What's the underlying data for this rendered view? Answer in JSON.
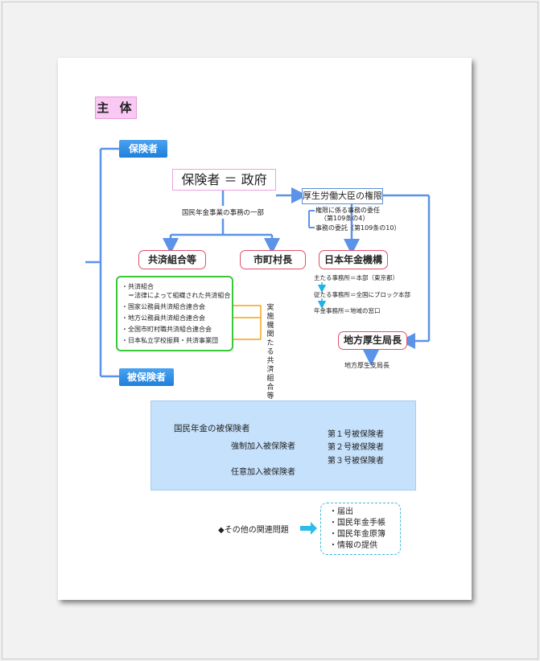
{
  "title": "主 体",
  "tags": {
    "insurer": "保険者",
    "insured": "被保険者"
  },
  "government": "保険者 ＝ 政府",
  "affairs_part": "国民年金事業の事務の一部",
  "mutual_aid": "共済組合等",
  "municipal": "市町村長",
  "minister_authority": "厚生労働大臣の権限",
  "delegation": [
    "権限に係る事務の委任",
    "（第109条の4）",
    "事務の委託（第109条の10）"
  ],
  "pension_org": "日本年金機構",
  "org_offices": [
    "主たる事務所＝本部（東京都）",
    "従たる事務所＝全国にブロック本部",
    "年金事務所＝地域の窓口"
  ],
  "regional_bureau": "地方厚生局長",
  "regional_branch": "地方厚生支局長",
  "mutual_list": [
    "・共済組合",
    "　＝法律によって組織された共済組合",
    "・国家公務員共済組合連合会",
    "・地方公務員共済組合連合会",
    "・全国市町村職共済組合連合会",
    "・日本私立学校振興・共済事業団"
  ],
  "implementing_bodies": "実施機関たる共済組合等",
  "insured_panel": {
    "heading": "国民年金の被保険者",
    "compulsory": "強制加入被保険者",
    "voluntary": "任意加入被保険者",
    "types": [
      "第１号被保険者",
      "第２号被保険者",
      "第３号被保険者"
    ]
  },
  "other_issues": "◆その他の関連問題",
  "other_list": [
    "・届出",
    "・国民年金手帳",
    "・国民年金原簿",
    "・情報の提供"
  ],
  "colors": {
    "blue_line": "#5b93e8",
    "orange_arrow": "#f5a21b",
    "cyan_arrow": "#21b3e6",
    "green_border": "#38c838"
  }
}
